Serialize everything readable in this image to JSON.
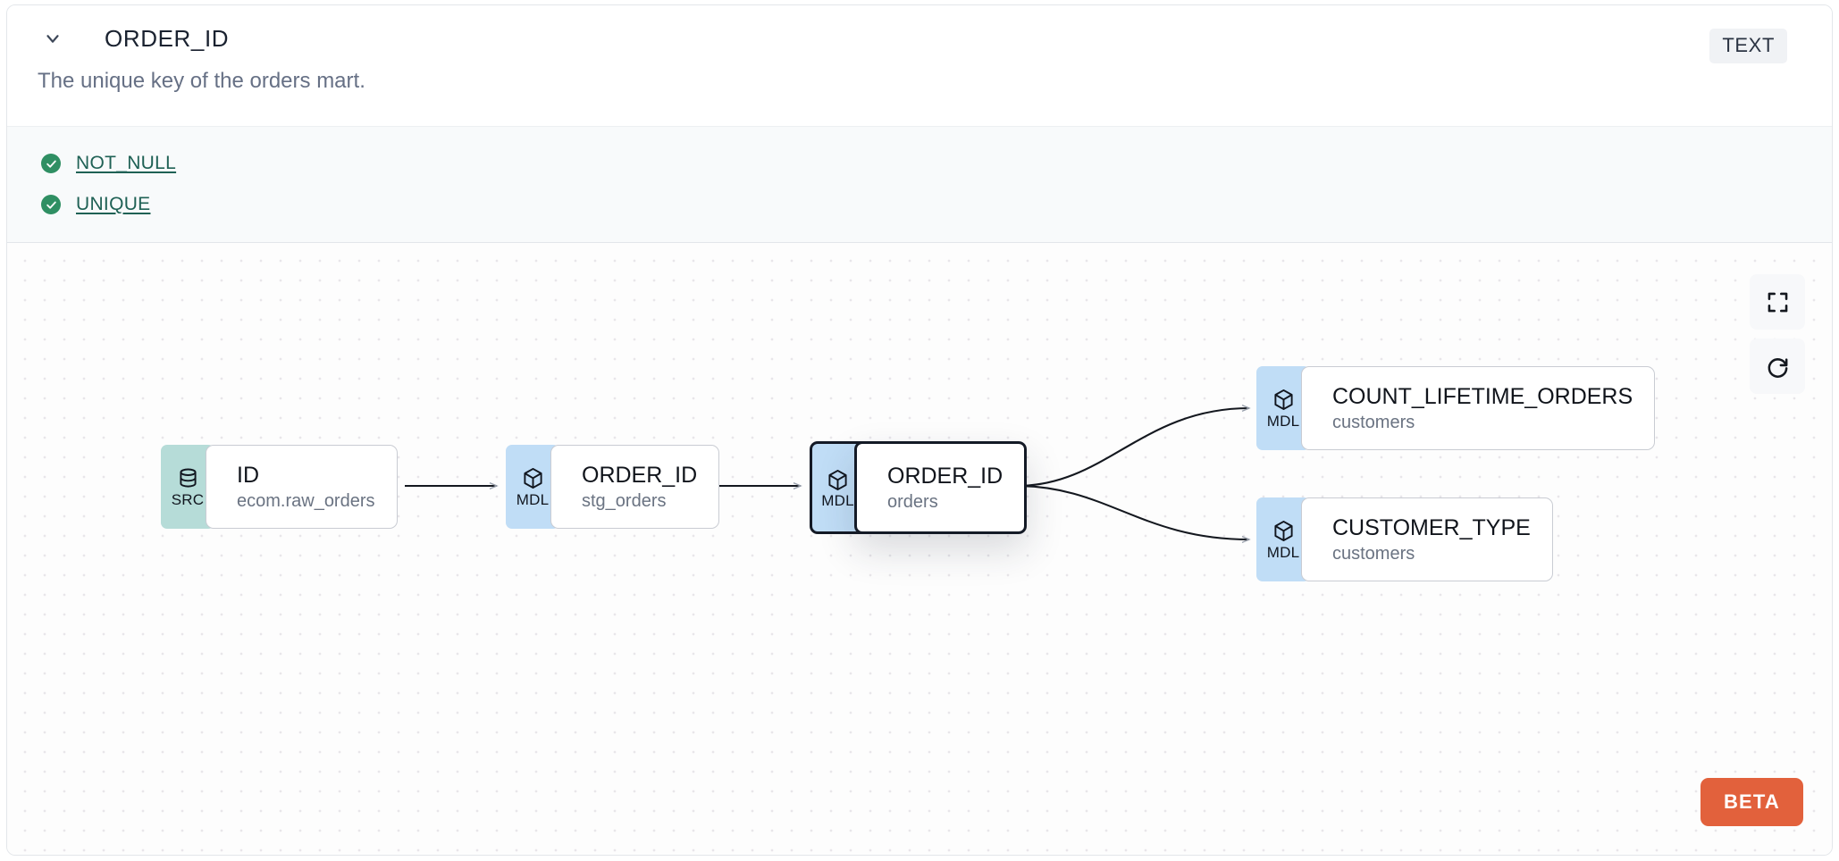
{
  "header": {
    "chevron_icon": "chevron-down-icon",
    "column_name": "ORDER_ID",
    "type_badge": "TEXT",
    "description": "The unique key of the orders mart."
  },
  "tests": [
    {
      "icon": "check-circle-icon",
      "label": "NOT_NULL",
      "status": "pass"
    },
    {
      "icon": "check-circle-icon",
      "label": "UNIQUE",
      "status": "pass"
    }
  ],
  "lineage": {
    "nodes": [
      {
        "id": "src-id",
        "badge": "SRC",
        "badge_icon": "database-icon",
        "name": "ID",
        "sub": "ecom.raw_orders",
        "selected": false
      },
      {
        "id": "stg-order-id",
        "badge": "MDL",
        "badge_icon": "cube-icon",
        "name": "ORDER_ID",
        "sub": "stg_orders",
        "selected": false
      },
      {
        "id": "orders-order-id",
        "badge": "MDL",
        "badge_icon": "cube-icon",
        "name": "ORDER_ID",
        "sub": "orders",
        "selected": true
      },
      {
        "id": "count-lifetime",
        "badge": "MDL",
        "badge_icon": "cube-icon",
        "name": "COUNT_LIFETIME_ORDERS",
        "sub": "customers",
        "selected": false
      },
      {
        "id": "customer-type",
        "badge": "MDL",
        "badge_icon": "cube-icon",
        "name": "CUSTOMER_TYPE",
        "sub": "customers",
        "selected": false
      }
    ],
    "edges": [
      {
        "from": "src-id",
        "to": "stg-order-id",
        "style": "straight"
      },
      {
        "from": "stg-order-id",
        "to": "orders-order-id",
        "style": "straight"
      },
      {
        "from": "orders-order-id",
        "to": "count-lifetime",
        "style": "bezier"
      },
      {
        "from": "orders-order-id",
        "to": "customer-type",
        "style": "bezier"
      }
    ],
    "controls": [
      {
        "name": "fullscreen-button",
        "icon": "fullscreen-icon"
      },
      {
        "name": "refresh-button",
        "icon": "refresh-icon"
      }
    ],
    "beta_label": "BETA"
  },
  "colors": {
    "src_badge": "#b6dcd8",
    "mdl_badge": "#c0ddf6",
    "test_pass": "#2f8f63",
    "test_link": "#1f6155",
    "beta": "#e2613c",
    "selected_border": "#141a26"
  }
}
